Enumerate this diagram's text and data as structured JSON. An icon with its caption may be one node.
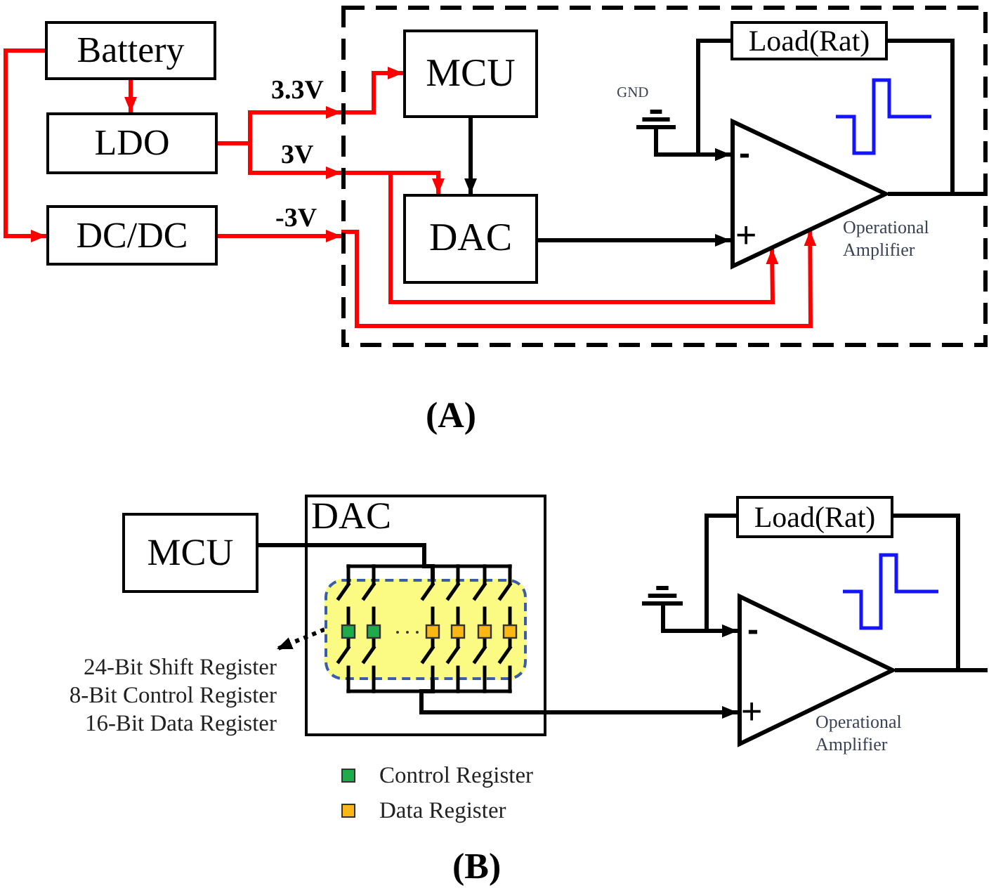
{
  "diagram": {
    "nodes": [
      {
        "text": [
          "Battery"
        ]
      },
      {
        "text": [
          "LDO"
        ]
      },
      {
        "text": [
          "DC/DC"
        ]
      },
      {
        "text": [],
        "shape": "box"
      },
      {
        "text": [
          "MCU"
        ],
        "in": 3
      },
      {
        "text": [
          "Load(Rat)"
        ],
        "in": 3
      },
      {
        "text": [
          "GND"
        ],
        "in": 3
      },
      {
        "text": [
          "DAC"
        ],
        "in": 3
      },
      {
        "text": [
          "-",
          "+"
        ],
        "in": 3,
        "beside": [
          "Operational Amplifier"
        ]
      },
      {
        "text": [
          "MCU"
        ]
      },
      {
        "text": [
          "DAC"
        ]
      },
      {
        "text": [],
        "shape": "box",
        "in": 10
      },
      {
        "text": [
          "24-Bit Shift Register",
          "8-Bit Control Register",
          "16-Bit Data Register"
        ]
      },
      {
        "text": [
          "Load(Rat)"
        ]
      },
      {
        "text": [],
        "shape": "ground"
      },
      {
        "text": [
          "-",
          "+"
        ],
        "beside": [
          "Operational Amplifier"
        ]
      }
    ],
    "edges": [
      {
        "from": 0,
        "to": 1,
        "arrow": "to",
        "color": "#ff0000"
      },
      {
        "from": 0,
        "to": 2,
        "arrow": "to",
        "color": "#ff0000"
      },
      {
        "from": 1,
        "to": 3,
        "arrow": "to",
        "label": "3.3V",
        "color": "#ff0000"
      },
      {
        "from": 1,
        "to": 3,
        "arrow": "to",
        "label": "3V",
        "color": "#ff0000"
      },
      {
        "from": 2,
        "to": 3,
        "arrow": "to",
        "label": "-3V",
        "color": "#ff0000"
      },
      {
        "from": 3,
        "to": 4,
        "arrow": "to",
        "color": "#ff0000"
      },
      {
        "from": 3,
        "to": 7,
        "arrow": "to",
        "color": "#ff0000"
      },
      {
        "from": 3,
        "to": 8,
        "arrow": "to",
        "color": "#ff0000"
      },
      {
        "from": 3,
        "to": 8,
        "arrow": "to",
        "color": "#ff0000"
      },
      {
        "from": 4,
        "to": 7,
        "arrow": "to"
      },
      {
        "from": 7,
        "to": 8,
        "arrow": "to"
      },
      {
        "from": 6,
        "to": 8,
        "arrow": "to"
      },
      {
        "from": 5,
        "to": 8,
        "arrow": "to"
      },
      {
        "from": 5,
        "to": 8,
        "arrow": "none"
      },
      {
        "from": 8,
        "to": 3,
        "arrow": "none"
      },
      {
        "from": 9,
        "to": 11,
        "arrow": "none"
      },
      {
        "from": 11,
        "to": 15,
        "arrow": "to"
      },
      {
        "from": 11,
        "to": 12,
        "arrow": "to",
        "style": "dashed"
      },
      {
        "from": 14,
        "to": 15,
        "arrow": "to"
      },
      {
        "from": 13,
        "to": 15,
        "arrow": "to"
      },
      {
        "from": 13,
        "to": 15,
        "arrow": "none"
      },
      {
        "from": 15,
        "to": null,
        "arrow": "none"
      }
    ],
    "labels": [
      "(A)",
      "(B)"
    ],
    "legend": [
      {
        "text": "Control Register",
        "color": "#1fab4a"
      },
      {
        "text": "Data Register",
        "color": "#fbb814"
      }
    ]
  }
}
